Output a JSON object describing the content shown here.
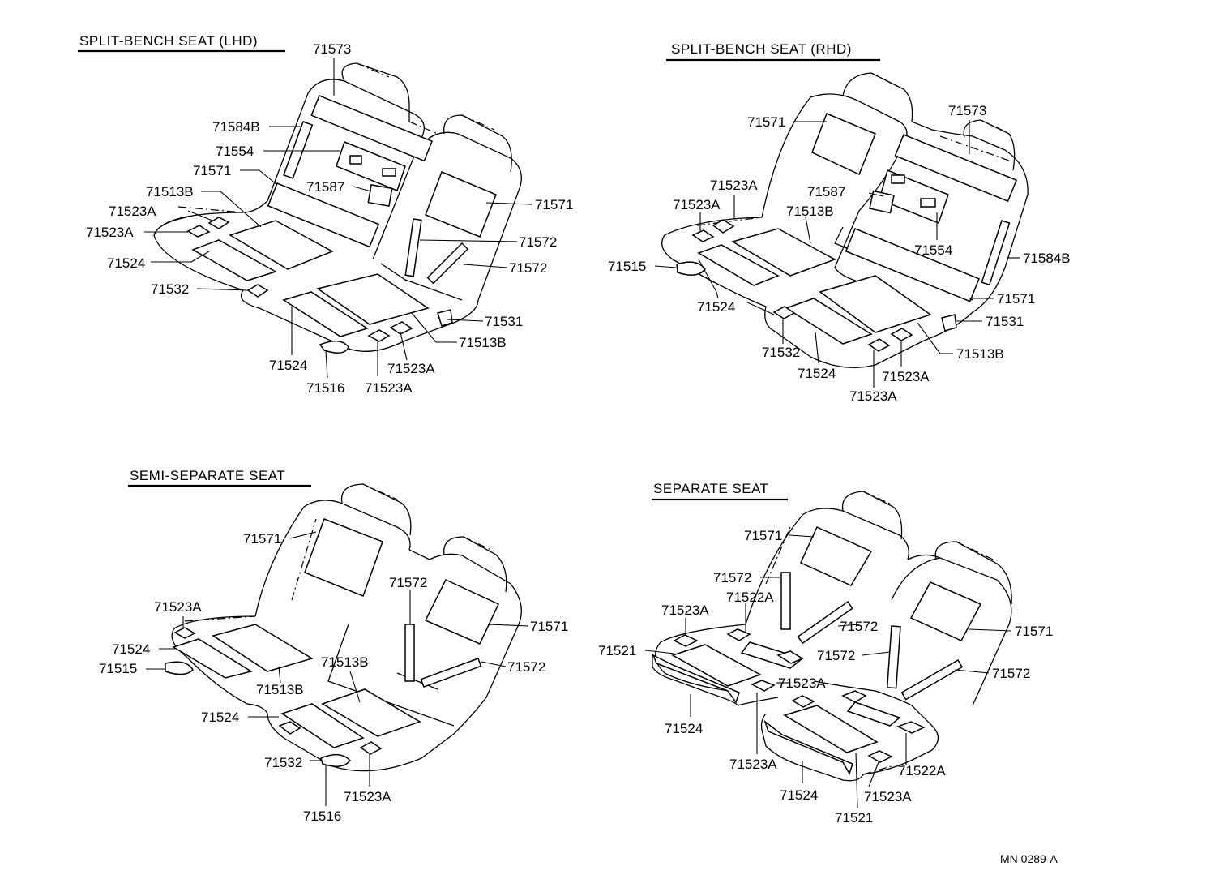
{
  "sheet_ref": "MN  0289-A",
  "views": {
    "lhd": {
      "title": "SPLIT-BENCH SEAT (LHD)",
      "labels": [
        "71573",
        "71584B",
        "71554",
        "71571",
        "71587",
        "71513B",
        "71523A",
        "71523A",
        "71524",
        "71532",
        "71571",
        "71572",
        "71572",
        "71531",
        "71513B",
        "71524",
        "71516",
        "71523A",
        "71523A"
      ]
    },
    "rhd": {
      "title": "SPLIT-BENCH SEAT (RHD)",
      "labels": [
        "71571",
        "71573",
        "71523A",
        "71587",
        "71523A",
        "71513B",
        "71554",
        "71515",
        "71584B",
        "71571",
        "71524",
        "71531",
        "71532",
        "71513B",
        "71524",
        "71523A",
        "71523A"
      ]
    },
    "semi": {
      "title": "SEMI-SEPARATE SEAT",
      "labels": [
        "71571",
        "71572",
        "71523A",
        "71571",
        "71524",
        "71515",
        "71513B",
        "71572",
        "71513B",
        "71524",
        "71532",
        "71523A",
        "71516"
      ]
    },
    "separate": {
      "title": "SEPARATE SEAT",
      "labels": [
        "71571",
        "71572",
        "71522A",
        "71523A",
        "71572",
        "71521",
        "71572",
        "71571",
        "71572",
        "71523A",
        "71524",
        "71523A",
        "71522A",
        "71524",
        "71523A",
        "71521"
      ]
    }
  }
}
